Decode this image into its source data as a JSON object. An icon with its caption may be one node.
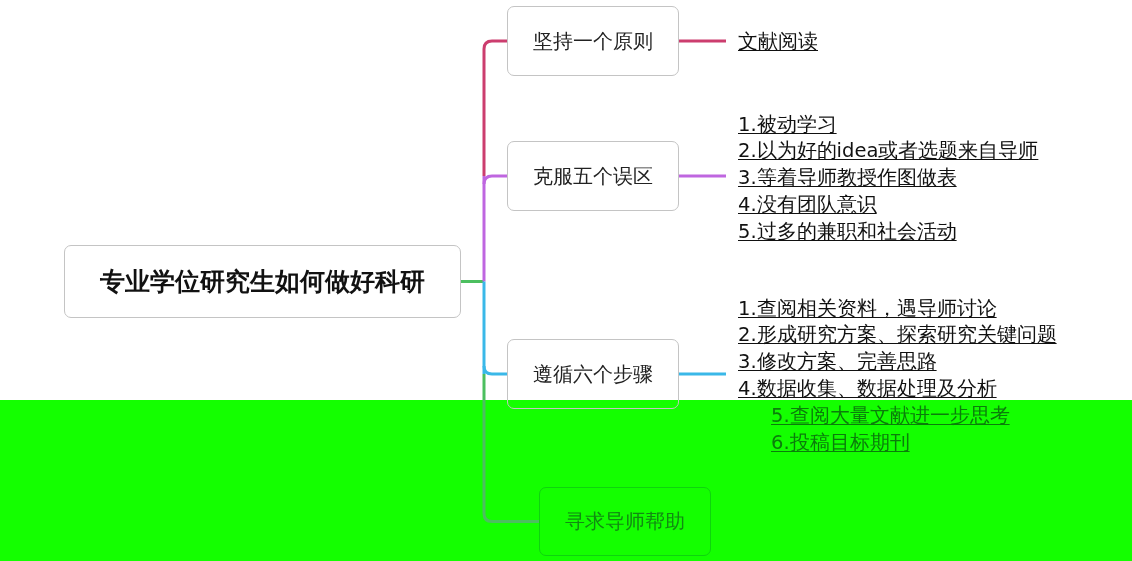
{
  "diagram": {
    "nodes": [
      {
        "text": [
          "专业学位研究生如何做好科研"
        ]
      },
      {
        "text": [
          "坚持一个原则"
        ]
      },
      {
        "text": [
          "文献阅读"
        ]
      },
      {
        "text": [
          "克服五个误区"
        ]
      },
      {
        "text": [
          "1.被动学习",
          "2.以为好的idea或者选题来自导师",
          "3.等着导师教授作图做表",
          "4.没有团队意识",
          "5.过多的兼职和社会活动"
        ]
      },
      {
        "text": [
          "遵循六个步骤"
        ]
      },
      {
        "text": [
          "1.查阅相关资料，遇导师讨论",
          "2.形成研究方案、探索研究关键问题",
          "3.修改方案、完善思路",
          "4.数据收集、数据处理及分析",
          "5.查阅大量文献进一步思考",
          "6.投稿目标期刊"
        ]
      },
      {
        "text": [
          "寻求导师帮助"
        ]
      }
    ],
    "edges": [
      {
        "from": 0,
        "to": 1,
        "arrow": "none",
        "color": "#cc3d6e"
      },
      {
        "from": 0,
        "to": 3,
        "arrow": "none",
        "color": "#bf66e0"
      },
      {
        "from": 0,
        "to": 5,
        "arrow": "none",
        "color": "#3ab8e8"
      },
      {
        "from": 0,
        "to": 7,
        "arrow": "none",
        "color": "#4cbf5f"
      },
      {
        "from": 1,
        "to": 2,
        "arrow": "none",
        "color": "#cc3d6e"
      },
      {
        "from": 3,
        "to": 4,
        "arrow": "none",
        "color": "#bf66e0"
      },
      {
        "from": 5,
        "to": 6,
        "arrow": "none",
        "color": "#3ab8e8"
      }
    ]
  }
}
